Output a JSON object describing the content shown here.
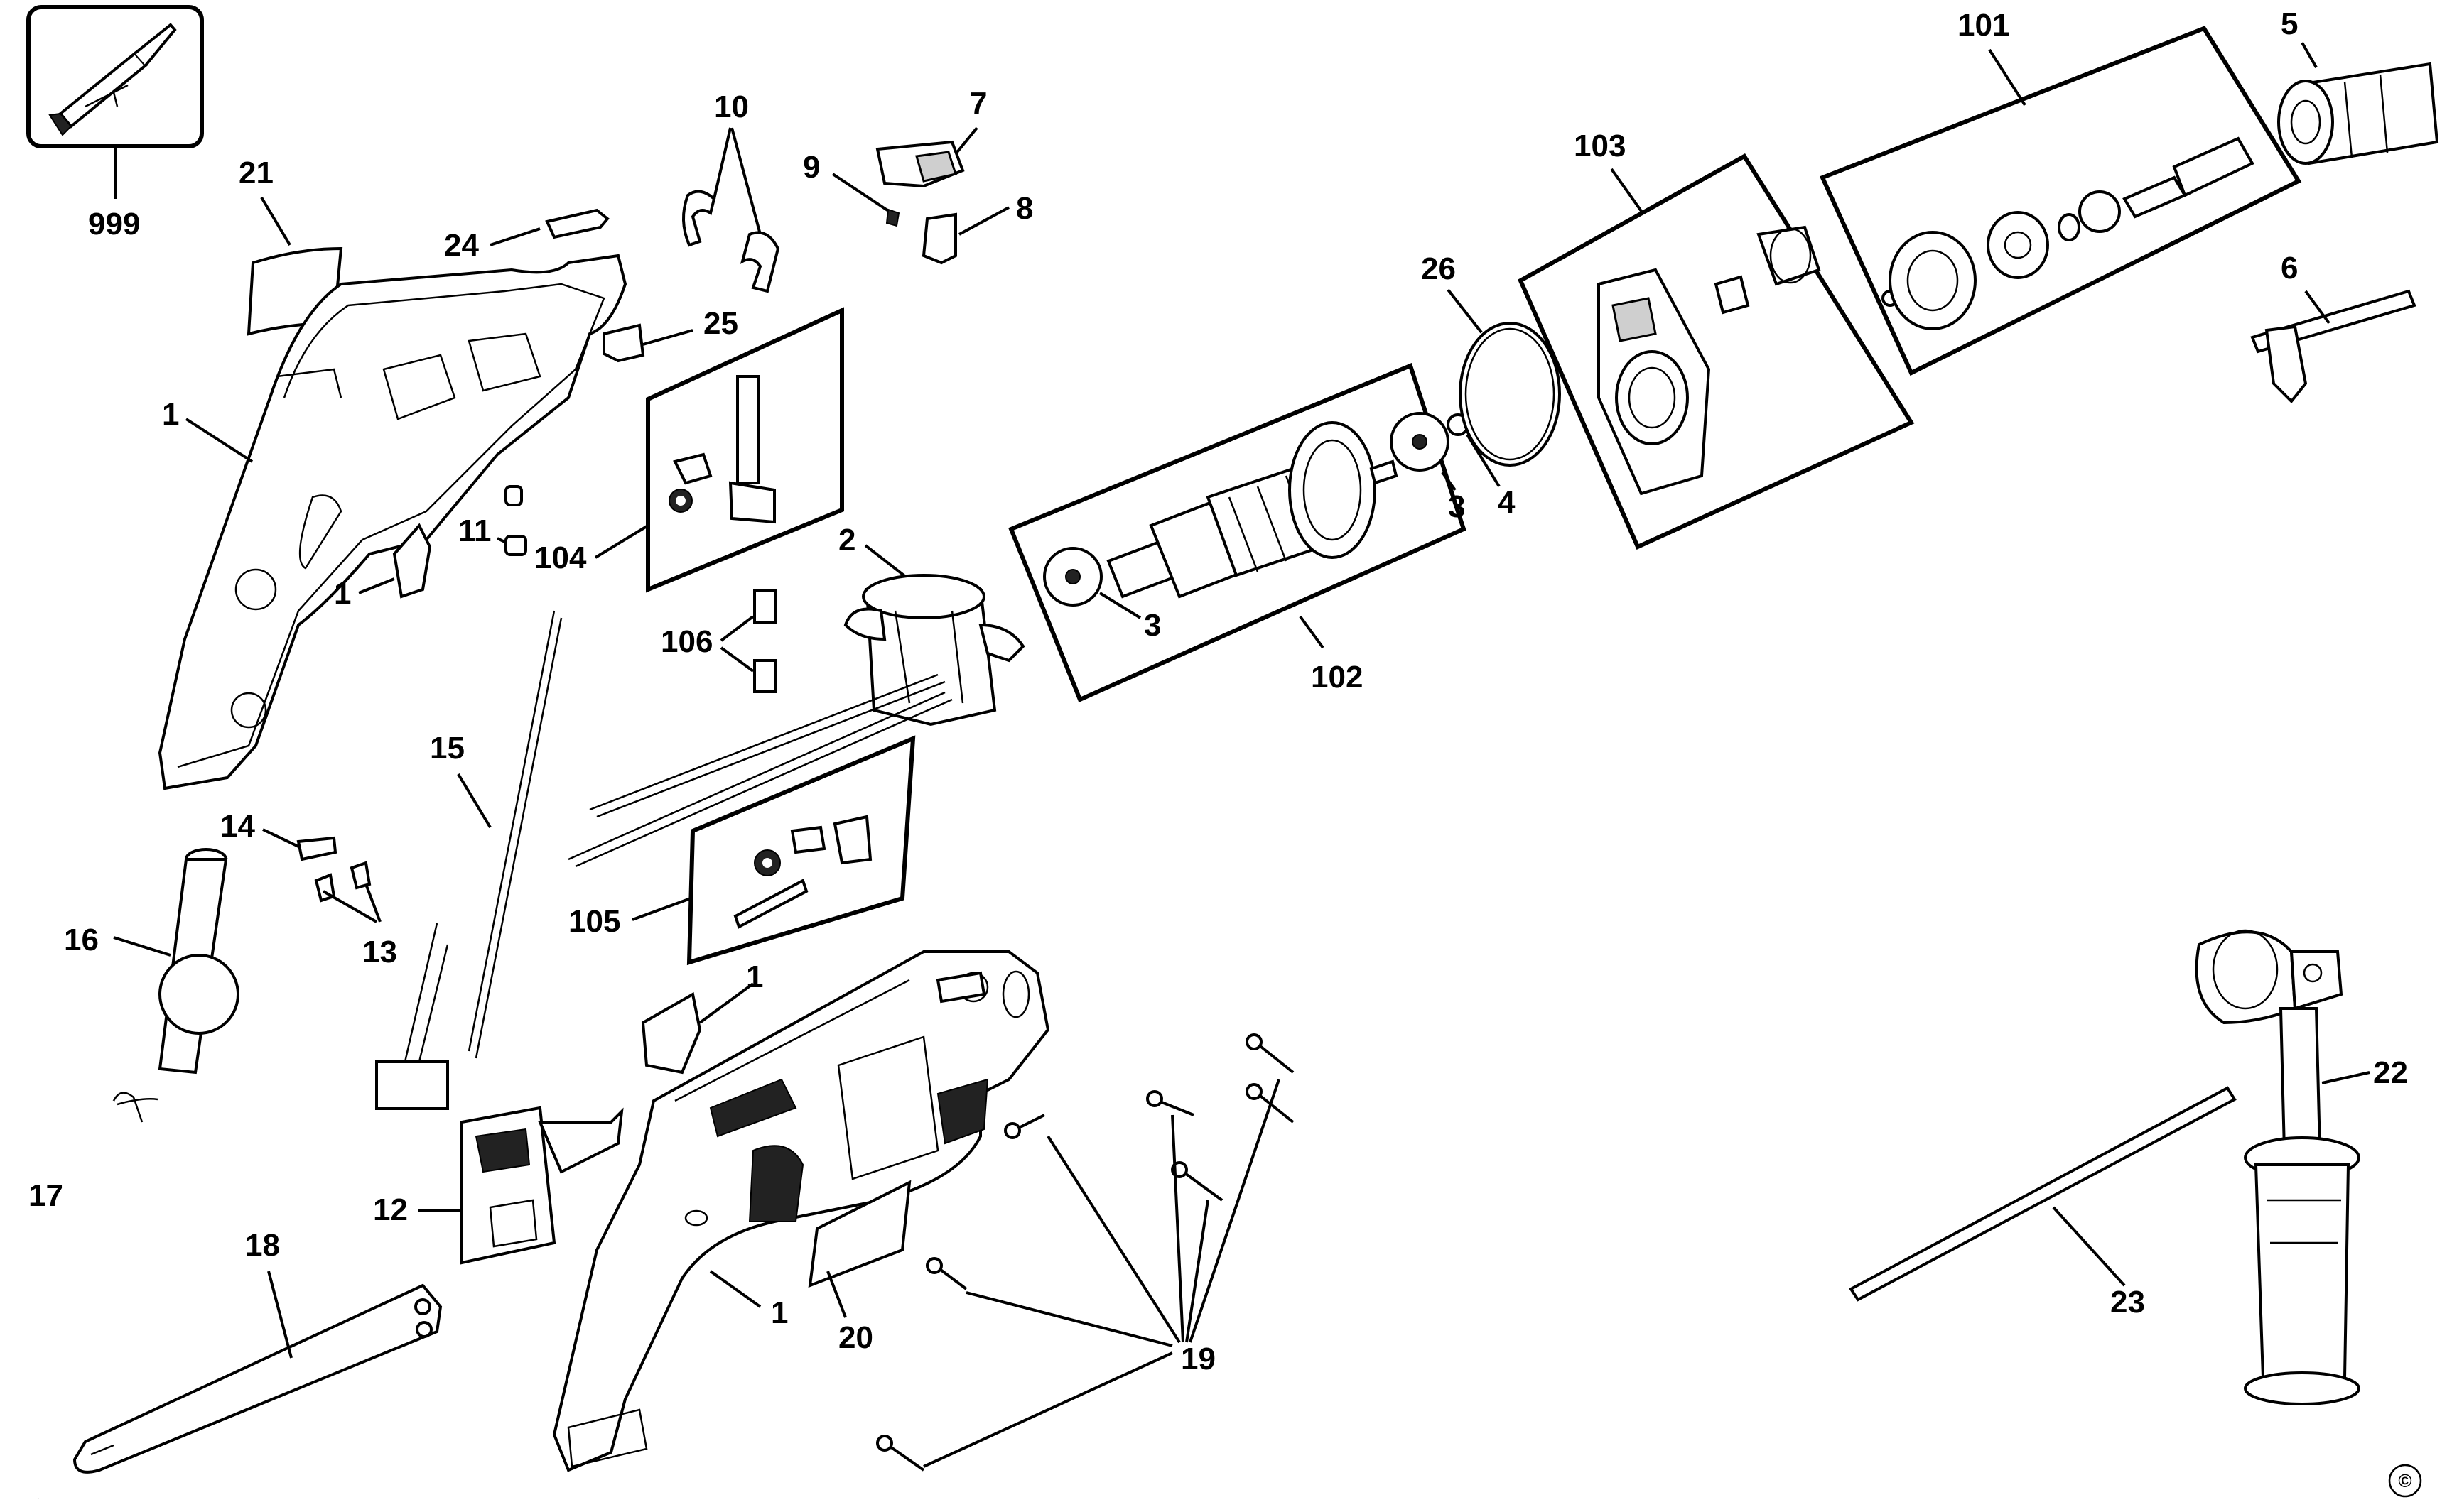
{
  "diagram": {
    "labels": {
      "p999": "999",
      "p21": "21",
      "p24": "24",
      "p10": "10",
      "p9": "9",
      "p7": "7",
      "p8": "8",
      "p25": "25",
      "p1_a": "1",
      "p1_b": "1",
      "p1_c": "1",
      "p1_d": "1",
      "p11": "11",
      "p104": "104",
      "p2": "2",
      "p106": "106",
      "p3_a": "3",
      "p3_b": "3",
      "p102": "102",
      "p26": "26",
      "p4": "4",
      "p103": "103",
      "p101": "101",
      "p5": "5",
      "p6": "6",
      "p14": "14",
      "p13": "13",
      "p16": "16",
      "p15": "15",
      "p105": "105",
      "p17": "17",
      "p18": "18",
      "p12": "12",
      "p20": "20",
      "p19": "19",
      "p22": "22",
      "p23": "23"
    },
    "copyright": "©"
  }
}
